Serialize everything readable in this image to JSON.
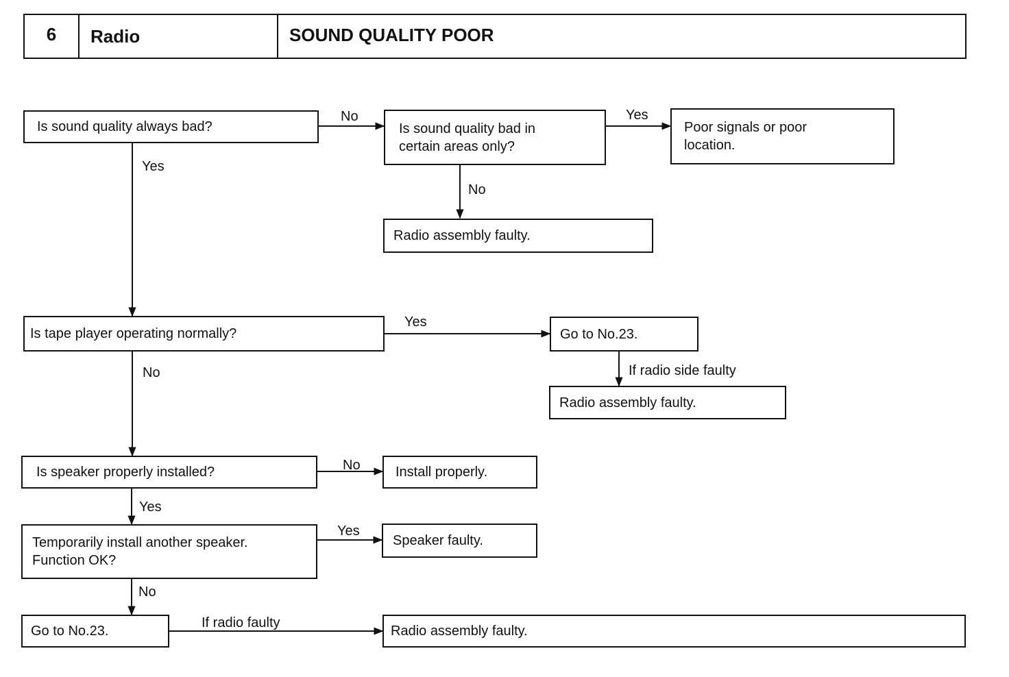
{
  "header": {
    "number": "6",
    "section": "Radio",
    "title": "SOUND QUALITY POOR"
  },
  "nodes": {
    "q_always_bad": "Is sound quality always bad?",
    "q_certain_areas": "Is sound quality bad in\ncertain areas only?",
    "r_poor_signals": "Poor signals or poor\nlocation.",
    "r_radio_faulty_1": "Radio assembly faulty.",
    "q_tape_normal": "Is tape player operating normally?",
    "r_goto_23_a": "Go to No.23.",
    "r_radio_faulty_2": "Radio assembly faulty.",
    "q_speaker_installed": "Is speaker properly installed?",
    "r_install_properly": "Install properly.",
    "q_temp_speaker": "Temporarily install another speaker.\nFunction OK?",
    "r_speaker_faulty": "Speaker faulty.",
    "r_goto_23_b": "Go to No.23.",
    "r_radio_faulty_3": "Radio assembly faulty."
  },
  "edge_labels": {
    "always_bad_no": "No",
    "always_bad_yes": "Yes",
    "certain_areas_yes": "Yes",
    "certain_areas_no": "No",
    "tape_yes": "Yes",
    "tape_no": "No",
    "goto_radio_side": "If radio side faulty",
    "speaker_no": "No",
    "speaker_yes": "Yes",
    "temp_yes": "Yes",
    "temp_no": "No",
    "goto_radio_faulty": "If radio faulty"
  },
  "colors": {
    "ink": "#111111",
    "paper": "#ffffff"
  }
}
